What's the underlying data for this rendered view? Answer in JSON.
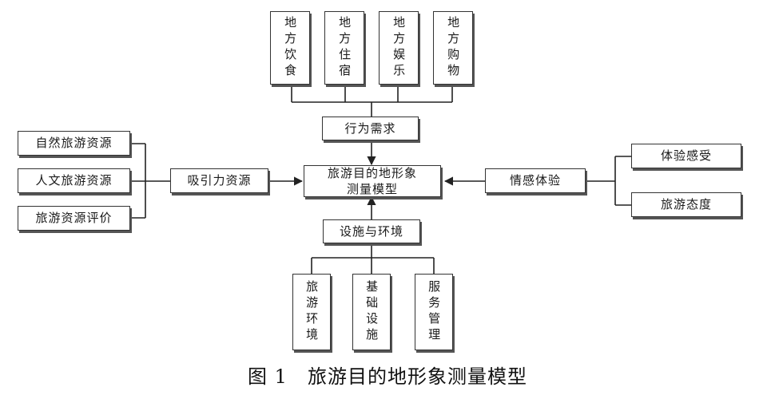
{
  "center": "旅游目的地形象\n测量模型",
  "top": {
    "label": "行为需求",
    "items": [
      "地方饮食",
      "地方住宿",
      "地方娱乐",
      "地方购物"
    ]
  },
  "left": {
    "label": "吸引力资源",
    "items": [
      "自然旅游资源",
      "人文旅游资源",
      "旅游资源评价"
    ]
  },
  "right": {
    "label": "情感体验",
    "items": [
      "体验感受",
      "旅游态度"
    ]
  },
  "bottom": {
    "label": "设施与环境",
    "items": [
      "旅游环境",
      "基础设施",
      "服务管理"
    ]
  },
  "caption": "图 1　旅游目的地形象测量模型"
}
